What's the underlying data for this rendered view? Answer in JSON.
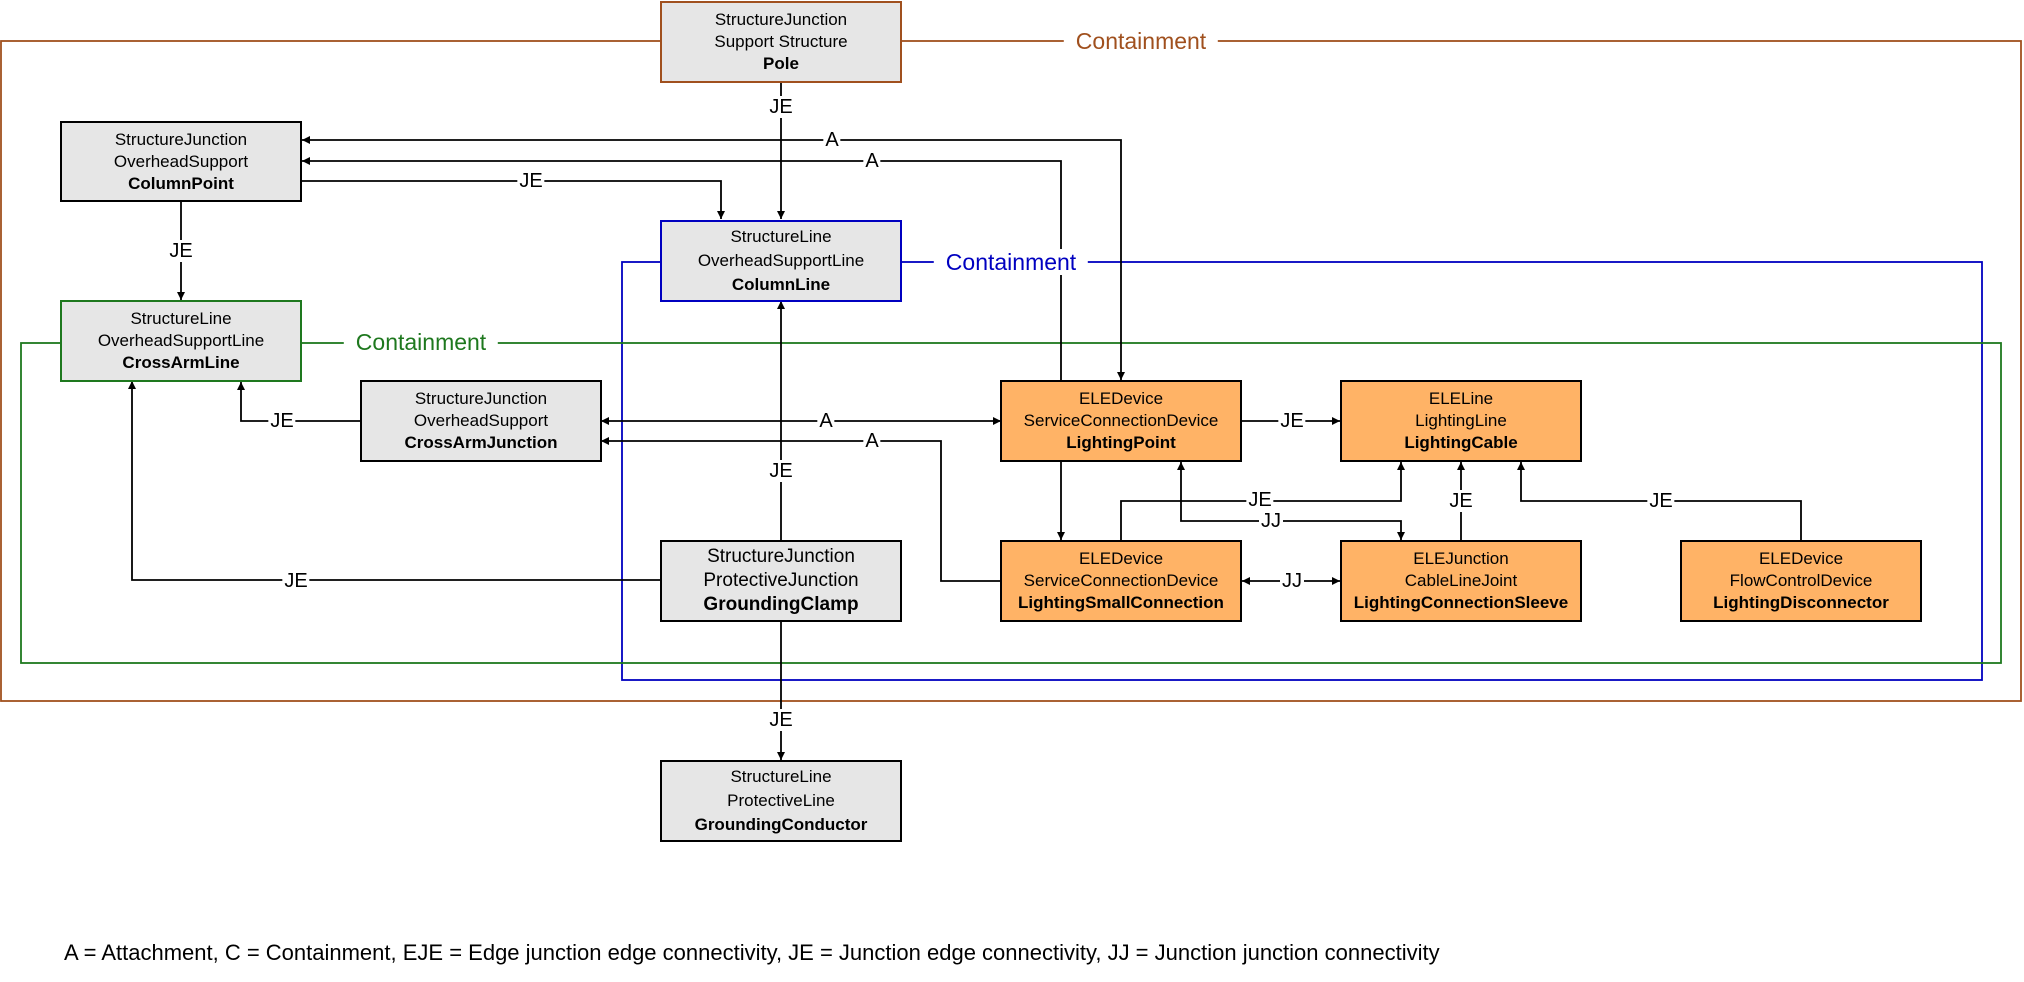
{
  "colors": {
    "orange_border": "#a0501e",
    "blue_border": "#0000c0",
    "green_border": "#1e781e",
    "grey_fill": "#e6e6e6",
    "orange_fill": "#ffb366"
  },
  "containers": {
    "orange": {
      "label": "Containment"
    },
    "blue": {
      "label": "Containment"
    },
    "green": {
      "label": "Containment"
    }
  },
  "nodes": {
    "pole": {
      "l1": "StructureJunction",
      "l2": "Support Structure",
      "l3": "Pole"
    },
    "column_point": {
      "l1": "StructureJunction",
      "l2": "OverheadSupport",
      "l3": "ColumnPoint"
    },
    "column_line": {
      "l1": "StructureLine",
      "l2": "OverheadSupportLine",
      "l3": "ColumnLine"
    },
    "cross_arm_line": {
      "l1": "StructureLine",
      "l2": "OverheadSupportLine",
      "l3": "CrossArmLine"
    },
    "cross_arm_junction": {
      "l1": "StructureJunction",
      "l2": "OverheadSupport",
      "l3": "CrossArmJunction"
    },
    "lighting_point": {
      "l1": "ELEDevice",
      "l2": "ServiceConnectionDevice",
      "l3": "LightingPoint"
    },
    "lighting_cable": {
      "l1": "ELELine",
      "l2": "LightingLine",
      "l3": "LightingCable"
    },
    "grounding_clamp": {
      "l1": "StructureJunction",
      "l2": "ProtectiveJunction",
      "l3": "GroundingClamp"
    },
    "lighting_small_connection": {
      "l1": "ELEDevice",
      "l2": "ServiceConnectionDevice",
      "l3": "LightingSmallConnection"
    },
    "lighting_connection_sleeve": {
      "l1": "ELEJunction",
      "l2": "CableLineJoint",
      "l3": "LightingConnectionSleeve"
    },
    "lighting_disconnector": {
      "l1": "ELEDevice",
      "l2": "FlowControlDevice",
      "l3": "LightingDisconnector"
    },
    "grounding_conductor": {
      "l1": "StructureLine",
      "l2": "ProtectiveLine",
      "l3": "GroundingConductor"
    }
  },
  "edge_labels": {
    "pole_columnline": "JE",
    "colpoint_lp": "A",
    "lp_colpoint": "A",
    "colpoint_colline": "JE",
    "colpoint_crossarmline": "JE",
    "caj_crossarmline": "JE",
    "caj_lp": "A",
    "lsc_caj": "A",
    "gc_colline": "JE",
    "gc_crossarmline": "JE",
    "lp_cable": "JE",
    "lsc_cable": "JE",
    "lp_sleeve": "JJ",
    "sleeve_cable": "JE",
    "disc_cable": "JE",
    "lsc_sleeve": "JJ",
    "gc_conductor": "JE"
  },
  "legend": "A = Attachment,   C = Containment,   EJE = Edge junction edge connectivity,   JE = Junction edge connectivity, JJ = Junction junction connectivity"
}
